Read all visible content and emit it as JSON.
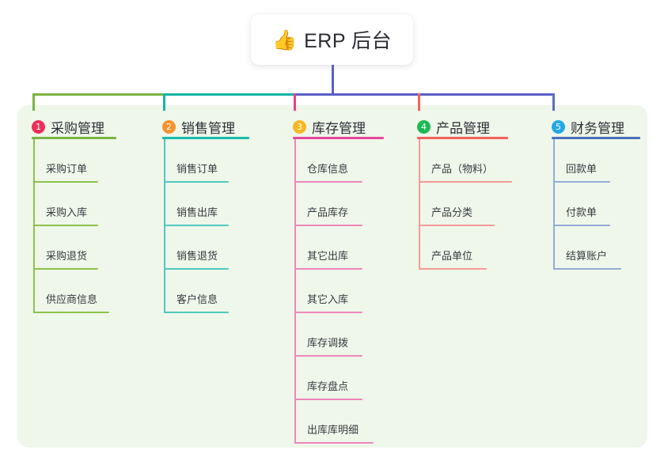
{
  "diagram": {
    "title": "ERP 后台 组织结构图",
    "background_color": "#ffffff",
    "panel_color": "#eef7e9"
  },
  "root": {
    "icon": "thumbs-up-icon",
    "emoji": "👍",
    "label": "ERP 后台"
  },
  "trunk": {
    "color": "#5a5ec8"
  },
  "bus": {
    "segments": [
      {
        "name": "bus-segment-green",
        "color": "#7cb342"
      },
      {
        "name": "bus-segment-teal",
        "color": "#12b5a5"
      },
      {
        "name": "bus-segment-indigo",
        "color": "#5a5ec8"
      }
    ]
  },
  "columns": [
    {
      "number": "1",
      "label": "采购管理",
      "badge_color": "#ec2f5b",
      "rule_color": "#7cb342",
      "line_color": "#8bc34a",
      "drop_color": "#7cb342",
      "head_rule_width": 107,
      "spine_width": 2,
      "items": [
        {
          "label": "采购订单",
          "rule_width": 82
        },
        {
          "label": "采购入库",
          "rule_width": 82
        },
        {
          "label": "采购退货",
          "rule_width": 82
        },
        {
          "label": "供应商信息",
          "rule_width": 96
        }
      ]
    },
    {
      "number": "2",
      "label": "销售管理",
      "badge_color": "#f6932e",
      "rule_color": "#17bdb0",
      "line_color": "#4fc9c0",
      "drop_color": "#12b5a5",
      "head_rule_width": 110,
      "spine_width": 2,
      "items": [
        {
          "label": "销售订单",
          "rule_width": 82
        },
        {
          "label": "销售出库",
          "rule_width": 82
        },
        {
          "label": "销售退货",
          "rule_width": 82
        },
        {
          "label": "客户信息",
          "rule_width": 82
        }
      ]
    },
    {
      "number": "3",
      "label": "库存管理",
      "badge_color": "#f7b722",
      "rule_color": "#e8479e",
      "line_color": "#ef86bd",
      "drop_color": "#ec3d8a",
      "head_rule_width": 115,
      "spine_width": 2,
      "items": [
        {
          "label": "仓库信息",
          "rule_width": 86
        },
        {
          "label": "产品库存",
          "rule_width": 86
        },
        {
          "label": "其它出库",
          "rule_width": 86
        },
        {
          "label": "其它入库",
          "rule_width": 86
        },
        {
          "label": "库存调拨",
          "rule_width": 86
        },
        {
          "label": "库存盘点",
          "rule_width": 86
        },
        {
          "label": "出库库明细",
          "rule_width": 100
        }
      ]
    },
    {
      "number": "4",
      "label": "产品管理",
      "badge_color": "#1db954",
      "rule_color": "#f4625c",
      "line_color": "#f49b96",
      "drop_color": "#f4625c",
      "head_rule_width": 115,
      "spine_width": 2,
      "items": [
        {
          "label": "产品（物料）",
          "rule_width": 118
        },
        {
          "label": "产品分类",
          "rule_width": 96
        },
        {
          "label": "产品单位",
          "rule_width": 86
        }
      ]
    },
    {
      "number": "5",
      "label": "财务管理",
      "badge_color": "#23a8e8",
      "rule_color": "#4a6fbd",
      "line_color": "#93abd8",
      "drop_color": "#5a6fc0",
      "head_rule_width": 112,
      "spine_width": 2,
      "items": [
        {
          "label": "回款单",
          "rule_width": 72
        },
        {
          "label": "付款单",
          "rule_width": 72
        },
        {
          "label": "结算账户",
          "rule_width": 86
        }
      ]
    }
  ]
}
